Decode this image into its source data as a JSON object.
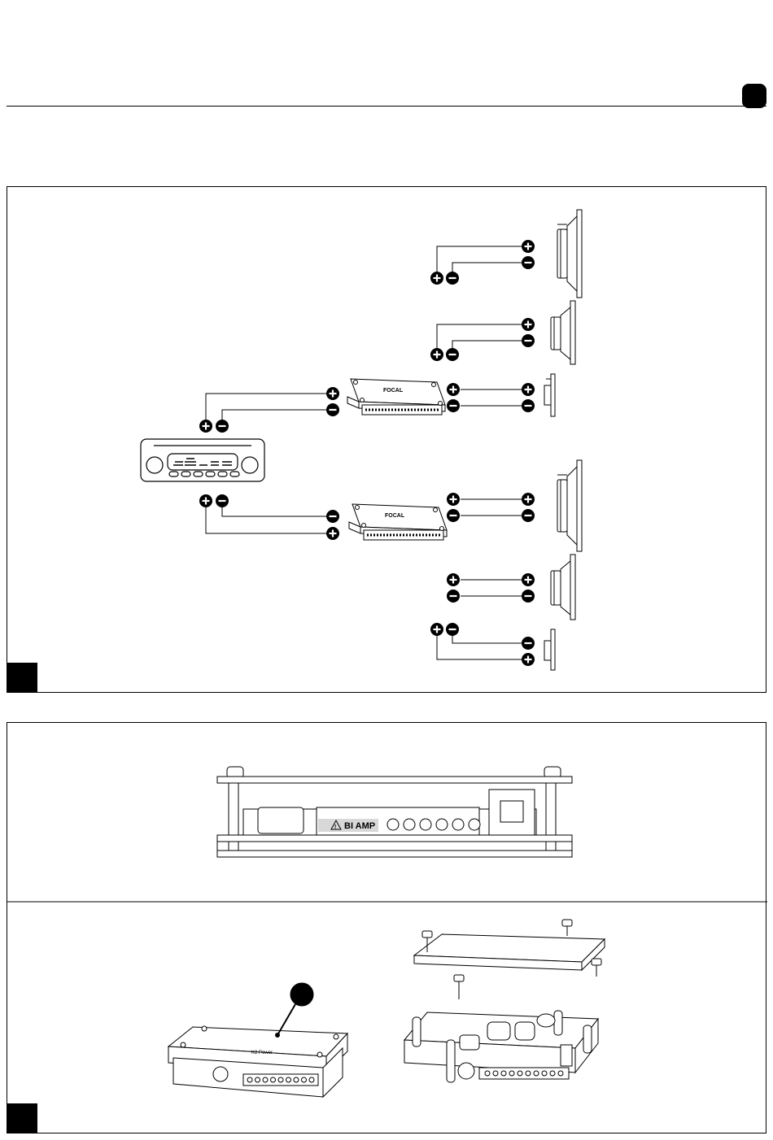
{
  "brand": "FOCAL",
  "connector_panel": {
    "warning_glyph": "!",
    "label": "BI AMP"
  },
  "board_label": "K2 Power",
  "polarity": {
    "plus": "+",
    "minus": "−"
  },
  "icons": {
    "plus_terminal": "plus-terminal-icon",
    "minus_terminal": "minus-terminal-icon",
    "warning": "warning-triangle-icon"
  },
  "colors": {
    "ink": "#000000",
    "paper": "#ffffff",
    "label_fill": "#d8d8d8"
  }
}
